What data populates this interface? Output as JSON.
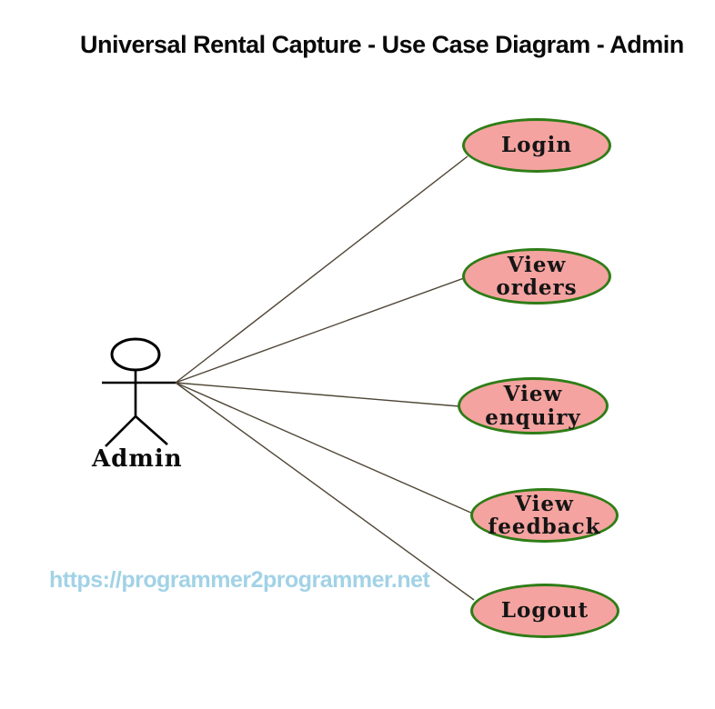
{
  "title": "Universal Rental Capture - Use Case Diagram - Admin",
  "diagram_type": "uml-use-case",
  "actor": {
    "name": "Admin"
  },
  "use_cases": [
    {
      "id": "login",
      "label": "Login"
    },
    {
      "id": "view-orders",
      "label": "View\norders"
    },
    {
      "id": "view-enquiry",
      "label": "View\nenquiry"
    },
    {
      "id": "view-feedback",
      "label": "View\nfeedback"
    },
    {
      "id": "logout",
      "label": "Logout"
    }
  ],
  "connections": [
    {
      "from": "Admin",
      "to": "Login"
    },
    {
      "from": "Admin",
      "to": "View orders"
    },
    {
      "from": "Admin",
      "to": "View enquiry"
    },
    {
      "from": "Admin",
      "to": "View feedback"
    },
    {
      "from": "Admin",
      "to": "Logout"
    }
  ],
  "watermark": "https://programmer2programmer.net",
  "colors": {
    "background": "#ffffff",
    "usecase_fill": "#f4a3a0",
    "usecase_border": "#2e7d16",
    "usecase_text": "#151515",
    "connector_line": "#4f4636",
    "actor_stroke": "#000000",
    "title_text": "#0a0a0a",
    "watermark_text": "#a2d2e6"
  }
}
